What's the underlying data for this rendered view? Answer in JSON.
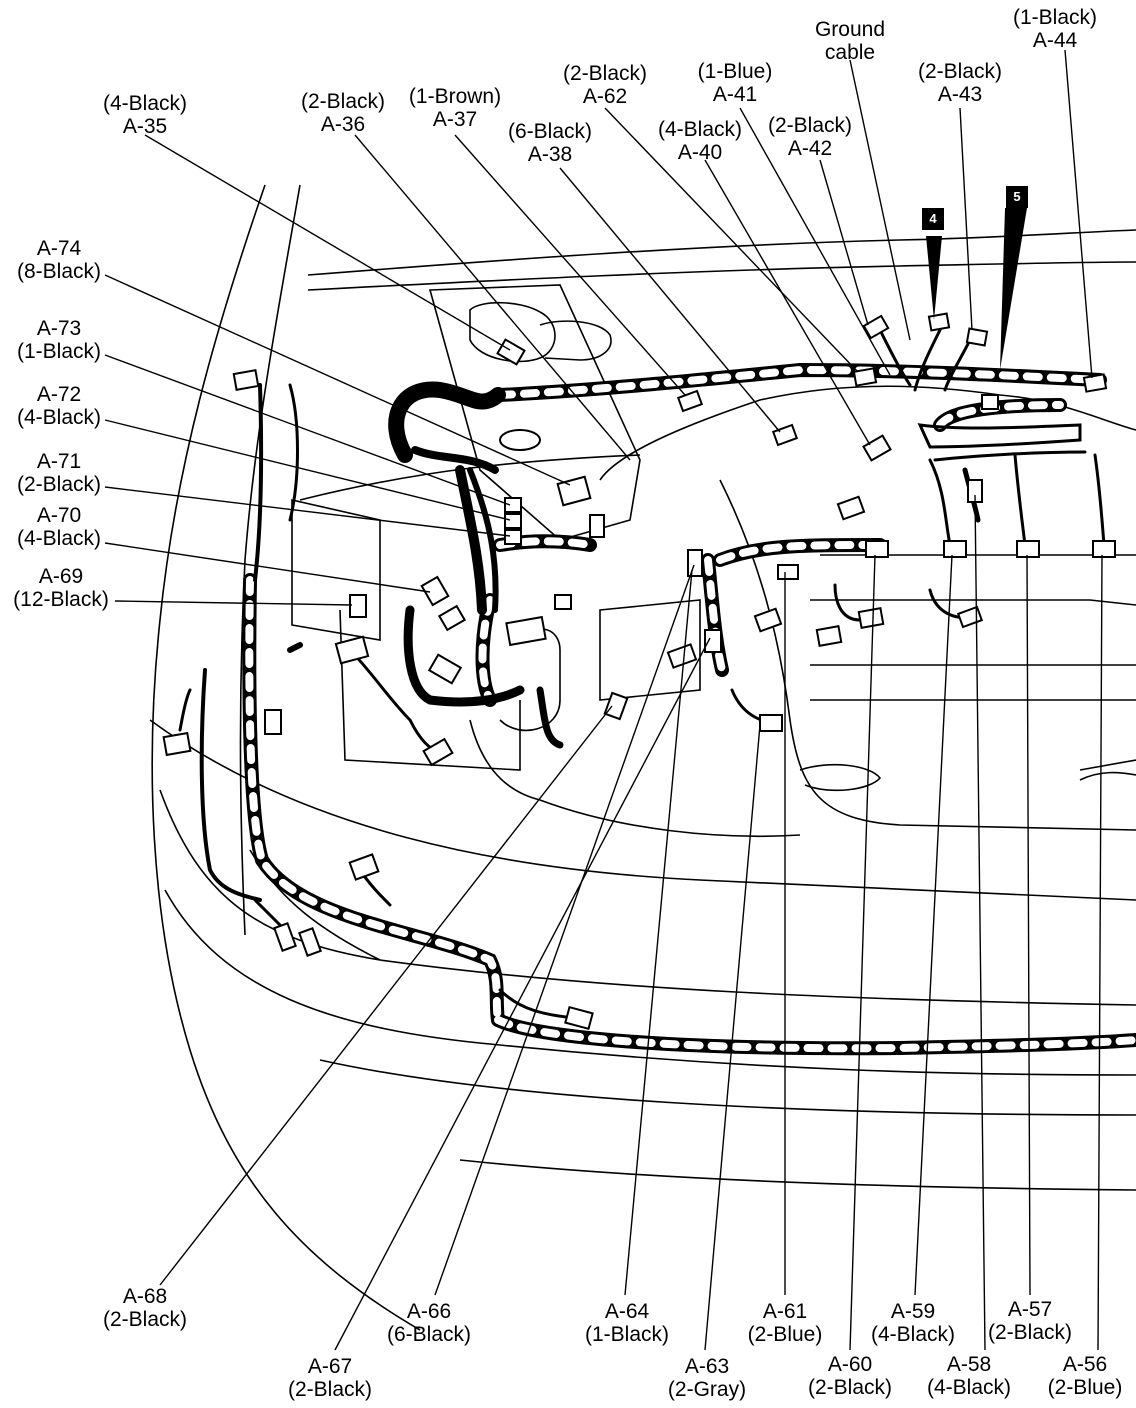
{
  "labels": {
    "a35": {
      "l1": "(4-Black)",
      "l2": "A-35"
    },
    "a36": {
      "l1": "(2-Black)",
      "l2": "A-36"
    },
    "a37": {
      "l1": "(1-Brown)",
      "l2": "A-37"
    },
    "a38": {
      "l1": "(6-Black)",
      "l2": "A-38"
    },
    "a62": {
      "l1": "(2-Black)",
      "l2": "A-62"
    },
    "a41": {
      "l1": "(1-Blue)",
      "l2": "A-41"
    },
    "a40": {
      "l1": "(4-Black)",
      "l2": "A-40"
    },
    "a42": {
      "l1": "(2-Black)",
      "l2": "A-42"
    },
    "ground": {
      "l1": "Ground",
      "l2": "cable"
    },
    "a43": {
      "l1": "(2-Black)",
      "l2": "A-43"
    },
    "a44": {
      "l1": "(1-Black)",
      "l2": "A-44"
    },
    "a74": {
      "l1": "A-74",
      "l2": "(8-Black)"
    },
    "a73": {
      "l1": "A-73",
      "l2": "(1-Black)"
    },
    "a72": {
      "l1": "A-72",
      "l2": "(4-Black)"
    },
    "a71": {
      "l1": "A-71",
      "l2": "(2-Black)"
    },
    "a70": {
      "l1": "A-70",
      "l2": "(4-Black)"
    },
    "a69": {
      "l1": "A-69",
      "l2": "(12-Black)"
    },
    "a68": {
      "l1": "A-68",
      "l2": "(2-Black)"
    },
    "a67": {
      "l1": "A-67",
      "l2": "(2-Black)"
    },
    "a66": {
      "l1": "A-66",
      "l2": "(6-Black)"
    },
    "a64": {
      "l1": "A-64",
      "l2": "(1-Black)"
    },
    "a63": {
      "l1": "A-63",
      "l2": "(2-Gray)"
    },
    "a61": {
      "l1": "A-61",
      "l2": "(2-Blue)"
    },
    "a60": {
      "l1": "A-60",
      "l2": "(2-Black)"
    },
    "a59": {
      "l1": "A-59",
      "l2": "(4-Black)"
    },
    "a58": {
      "l1": "A-58",
      "l2": "(4-Black)"
    },
    "a57": {
      "l1": "A-57",
      "l2": "(2-Black)"
    },
    "a56": {
      "l1": "A-56",
      "l2": "(2-Blue)"
    }
  },
  "markers": {
    "m4": "4",
    "m5": "5"
  }
}
